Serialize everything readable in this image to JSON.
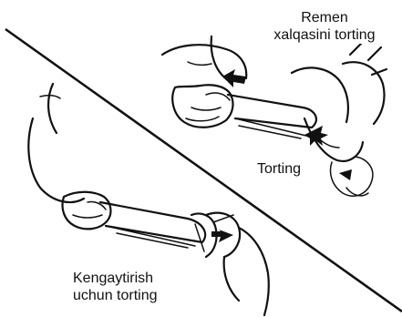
{
  "labels": {
    "pull_strap_loop": [
      "Remen",
      "xalqasini torting"
    ],
    "pull": "Torting",
    "pull_to_loosen": [
      "Kengaytirish",
      "uchun torting"
    ]
  },
  "icons": [
    "arrow-icon"
  ],
  "colors": {
    "line": "#111111",
    "background": "#ffffff"
  }
}
